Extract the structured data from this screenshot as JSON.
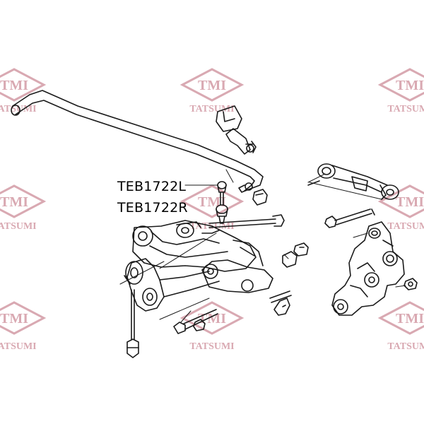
{
  "labels": {
    "part_left": "TEB1722L",
    "part_right": "TEB1722R"
  },
  "watermark": {
    "logo_text": "TMI",
    "brand_text": "TATSUMI",
    "color": "#d9a9b2"
  },
  "colors": {
    "line": "#1a1a1a",
    "background": "#ffffff"
  }
}
